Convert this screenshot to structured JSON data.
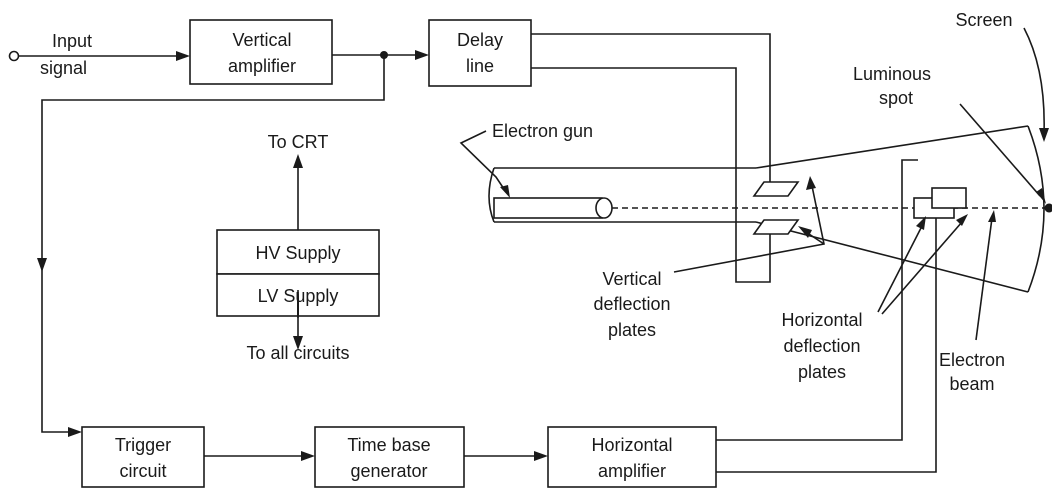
{
  "labels": {
    "input_signal_1": "Input",
    "input_signal_2": "signal",
    "vertical_amp_1": "Vertical",
    "vertical_amp_2": "amplifier",
    "delay_line_1": "Delay",
    "delay_line_2": "line",
    "hv_supply": "HV Supply",
    "lv_supply": "LV Supply",
    "to_crt": "To CRT",
    "to_all_circuits": "To all circuits",
    "trigger_1": "Trigger",
    "trigger_2": "circuit",
    "time_base_1": "Time base",
    "time_base_2": "generator",
    "horiz_amp_1": "Horizontal",
    "horiz_amp_2": "amplifier",
    "electron_gun": "Electron gun",
    "vdp_1": "Vertical",
    "vdp_2": "deflection",
    "vdp_3": "plates",
    "hdp_1": "Horizontal",
    "hdp_2": "deflection",
    "hdp_3": "plates",
    "electron_beam_1": "Electron",
    "electron_beam_2": "beam",
    "luminous_spot_1": "Luminous",
    "luminous_spot_2": "spot",
    "screen": "Screen"
  }
}
